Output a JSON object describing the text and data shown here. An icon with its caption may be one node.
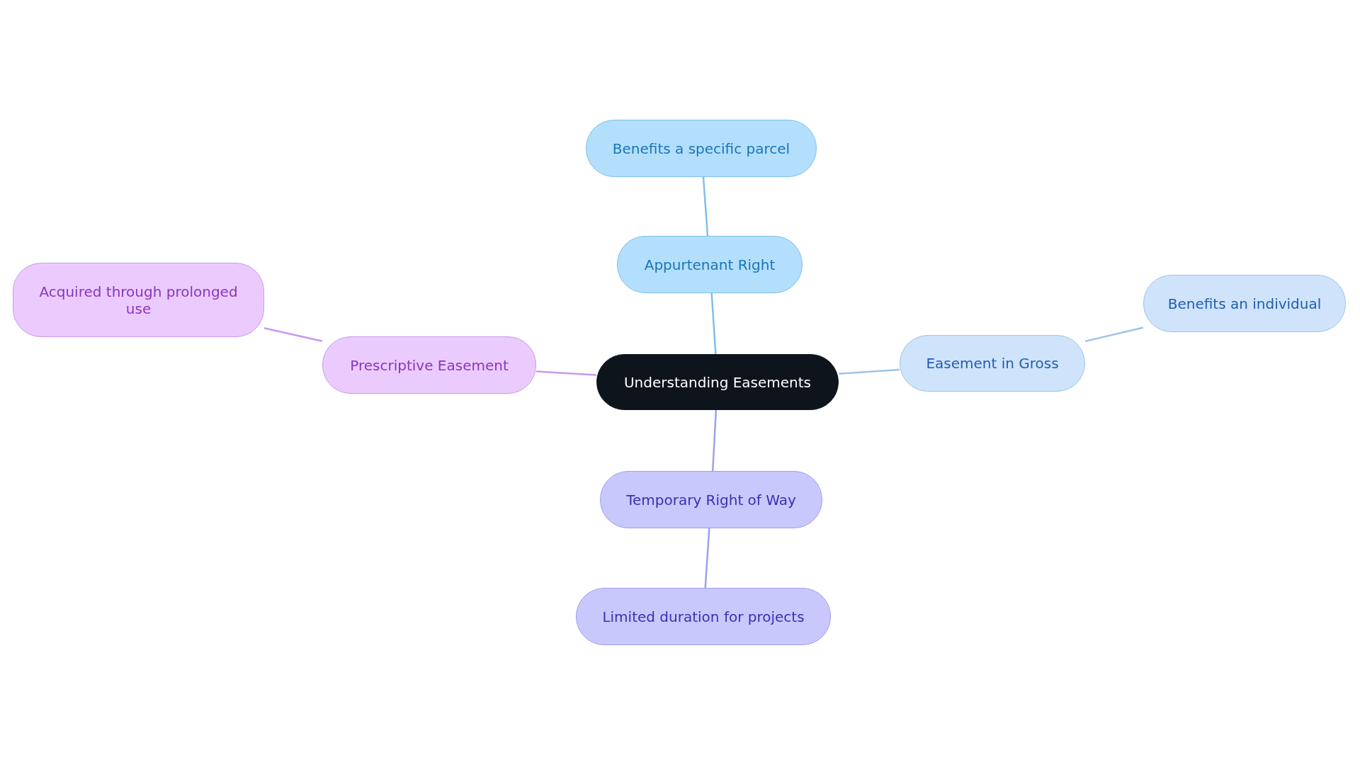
{
  "diagram": {
    "nodes": [
      {
        "text": [
          "Understanding Easements"
        ]
      },
      {
        "text": [
          "Appurtenant Right"
        ]
      },
      {
        "text": [
          "Benefits a specific parcel"
        ]
      },
      {
        "text": [
          "Easement in Gross"
        ]
      },
      {
        "text": [
          "Benefits an individual"
        ]
      },
      {
        "text": [
          "Temporary Right of Way"
        ]
      },
      {
        "text": [
          "Limited duration for projects"
        ]
      },
      {
        "text": [
          "Prescriptive Easement"
        ]
      },
      {
        "text": [
          "Acquired through prolonged use"
        ]
      }
    ],
    "edges": [
      {
        "from": 0,
        "to": 1,
        "arrow": "none",
        "color": "#7fbfe8"
      },
      {
        "from": 1,
        "to": 2,
        "arrow": "none",
        "color": "#7fbfe8"
      },
      {
        "from": 0,
        "to": 3,
        "arrow": "none",
        "color": "#9dc3e6"
      },
      {
        "from": 3,
        "to": 4,
        "arrow": "none",
        "color": "#9dc3e6"
      },
      {
        "from": 0,
        "to": 5,
        "arrow": "none",
        "color": "#9f9ff0"
      },
      {
        "from": 5,
        "to": 6,
        "arrow": "none",
        "color": "#9f9ff0"
      },
      {
        "from": 0,
        "to": 7,
        "arrow": "none",
        "color": "#c79af0"
      },
      {
        "from": 7,
        "to": 8,
        "arrow": "none",
        "color": "#c79af0"
      }
    ]
  }
}
